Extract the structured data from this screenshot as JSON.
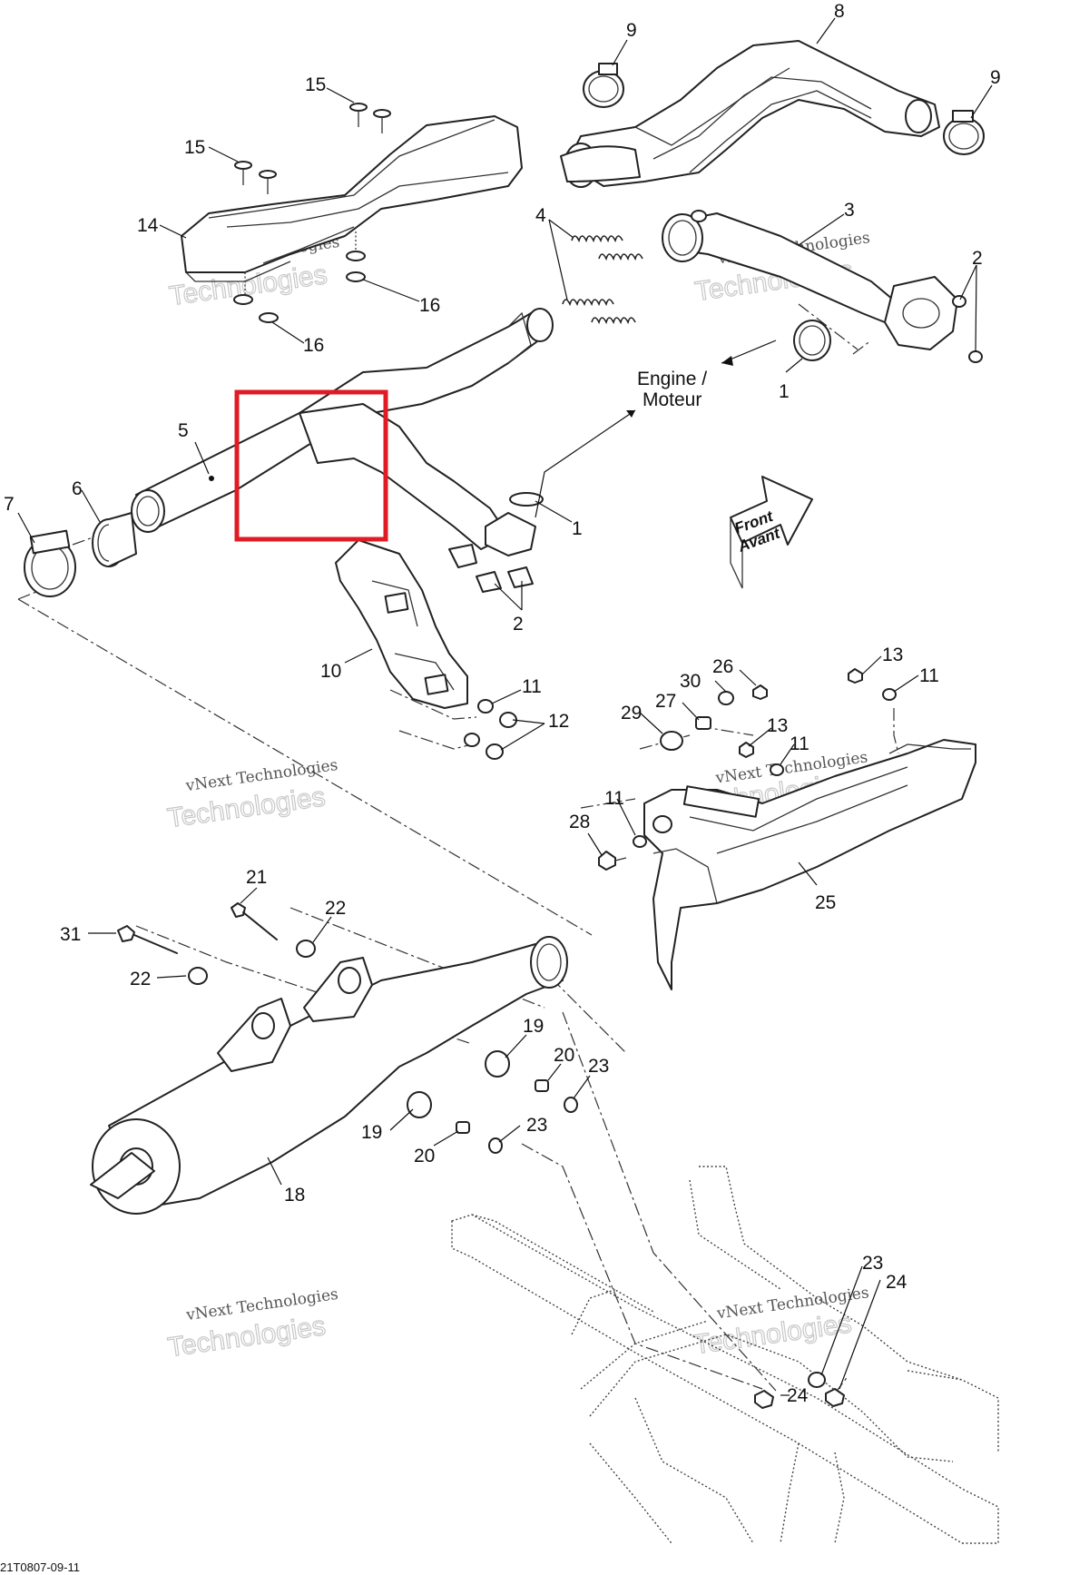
{
  "callouts": {
    "c1": "1",
    "c2": "2",
    "c3": "3",
    "c4": "4",
    "c5": "5",
    "c6": "6",
    "c7": "7",
    "c8": "8",
    "c9": "9",
    "c10": "10",
    "c11": "11",
    "c12": "12",
    "c13": "13",
    "c14": "14",
    "c15": "15",
    "c16": "16",
    "c18": "18",
    "c19": "19",
    "c20": "20",
    "c21": "21",
    "c22": "22",
    "c23": "23",
    "c24": "24",
    "c25": "25",
    "c26": "26",
    "c27": "27",
    "c28": "28",
    "c29": "29",
    "c30": "30",
    "c31": "31"
  },
  "engine_label": {
    "line1": "Engine /",
    "line2": "Moteur"
  },
  "front_label": {
    "line1": "Front",
    "line2": "Avant"
  },
  "watermark": {
    "line1": "vNext Technologies",
    "line2": "Technologies"
  },
  "drawing_code": "21T0807-09-11",
  "highlight_color": "#e01b24"
}
